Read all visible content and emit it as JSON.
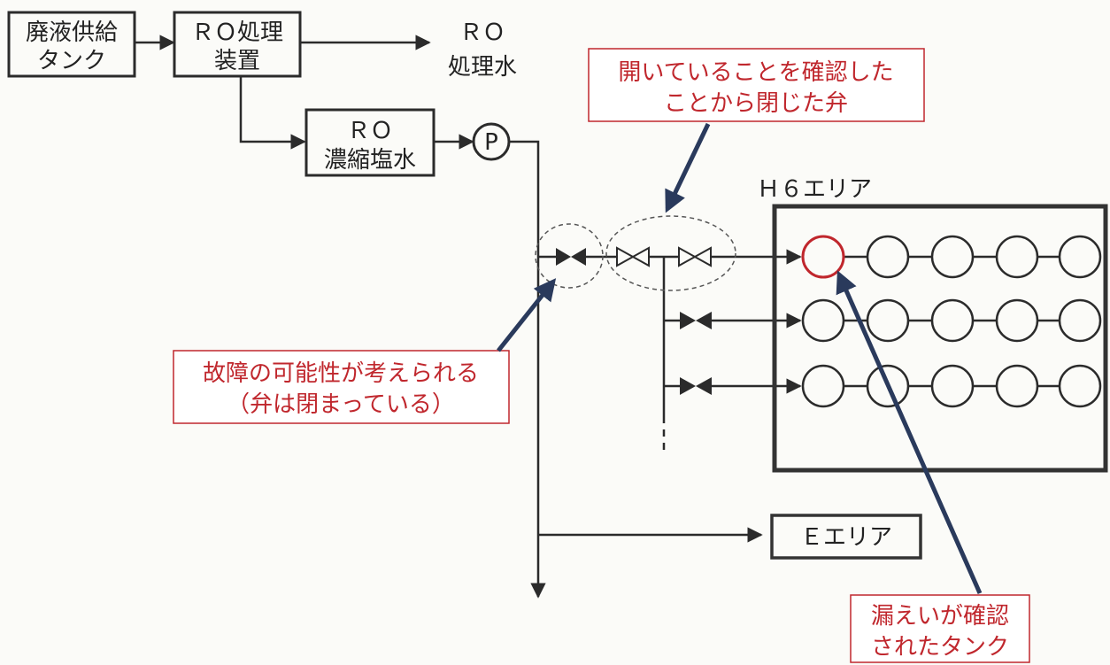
{
  "colors": {
    "ink": "#2b2b2b",
    "red": "#c0272d",
    "navy": "#2a3a5c",
    "paper": "#fbfbf8"
  },
  "nodes": {
    "waste_tank": [
      "廃液供給",
      "タンク"
    ],
    "ro_unit": [
      "ＲＯ処理",
      "装置"
    ],
    "ro_water": [
      "ＲＯ",
      "処理水"
    ],
    "ro_brine": [
      "ＲＯ",
      "濃縮塩水"
    ],
    "pump": "P",
    "h6_area": "Ｈ６エリア",
    "e_area": "Ｅエリア"
  },
  "callouts": {
    "closed_valves": [
      "開いていることを確認した",
      "ことから閉じた弁"
    ],
    "failed_valve": [
      "故障の可能性が考えられる",
      "（弁は閉まっている）"
    ],
    "leak_tank": [
      "漏えいが確認",
      "されたタンク"
    ]
  }
}
